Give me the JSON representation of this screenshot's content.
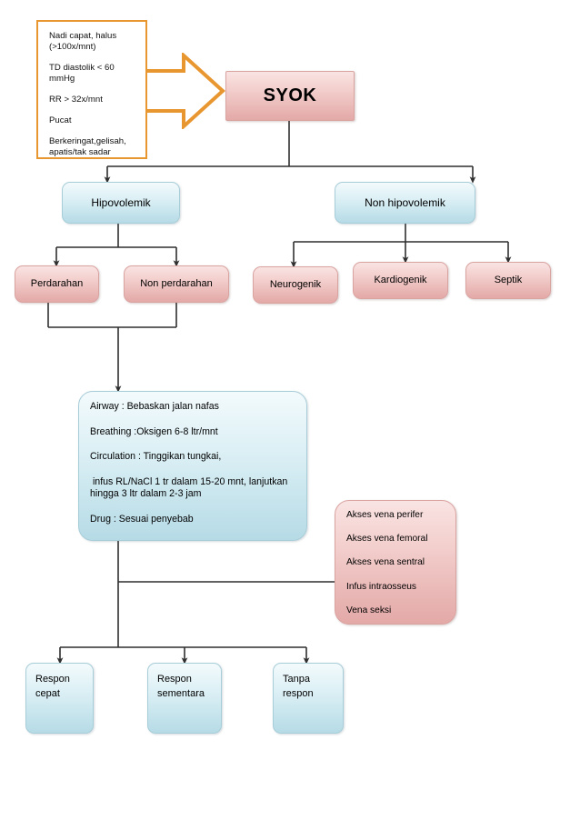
{
  "diagram": {
    "title": "Alur Penanganan Syok",
    "colors": {
      "pink_fill_top": "#f9e4e3",
      "pink_fill_bottom": "#e3a9a7",
      "pink_border": "#d9a3a0",
      "blue_fill_top": "#f3fafc",
      "blue_fill_bottom": "#b6dbe6",
      "blue_border": "#a7cdd8",
      "arrow_orange": "#e8962f",
      "connector_line": "#2f2f2f",
      "text": "#000000",
      "background": "#ffffff"
    }
  },
  "symptoms": {
    "name": "symptom-callout",
    "lines": [
      "Nadi capat, halus\n(>100x/mnt)",
      "TD diastolik < 60 mmHg",
      "RR > 32x/mnt",
      "Pucat",
      "Berkeringat,gelisah,\napatis/tak sadar"
    ]
  },
  "big_arrow": {
    "name": "orange-block-arrow",
    "direction": "right"
  },
  "root": {
    "label": "SYOK"
  },
  "level2": [
    {
      "label": "Hipovolemik"
    },
    {
      "label": "Non hipovolemik"
    }
  ],
  "hipovolemik_children": [
    {
      "label": "Perdarahan"
    },
    {
      "label": "Non perdarahan"
    }
  ],
  "non_hipovolemik_children": [
    {
      "label": "Neurogenik"
    },
    {
      "label": "Kardiogenik"
    },
    {
      "label": "Septik"
    }
  ],
  "treatment": {
    "name": "treatment-abcd-box",
    "lines": [
      "Airway : Bebaskan jalan nafas",
      "Breathing :Oksigen 6-8 ltr/mnt",
      "Circulation : Tinggikan tungkai,",
      " infus RL/NaCl 1 tr dalam 15-20 mnt, lanjutkan\nhingga 3 ltr dalam 2-3 jam",
      "Drug : Sesuai penyebab"
    ]
  },
  "vena_access": {
    "name": "vena-access-box",
    "lines": [
      "Akses vena perifer",
      "Akses vena femoral",
      "Akses vena sentral",
      "Infus intraosseus",
      "Vena seksi"
    ]
  },
  "responses": [
    {
      "line1": "Respon",
      "line2": "cepat"
    },
    {
      "line1": "Respon",
      "line2": "sementara"
    },
    {
      "line1": "Tanpa",
      "line2": "respon"
    }
  ]
}
